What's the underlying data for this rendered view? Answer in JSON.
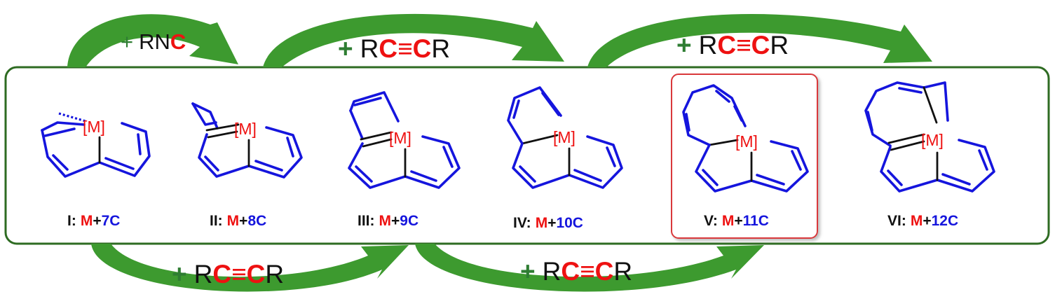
{
  "colors": {
    "frame": "#2e6b22",
    "arrow": "#3d9a2f",
    "bond": "#1515dd",
    "metal": "#ee1111",
    "highlight_box": "#d9383a",
    "plus_sign": "#2e7d32"
  },
  "top_reagents": [
    {
      "plus": "+",
      "text_before": "RN",
      "highlight": "C",
      "text_after": ""
    },
    {
      "plus": "+",
      "text_before": "R",
      "highlight": "C≡C",
      "text_after": "R"
    },
    {
      "plus": "+",
      "text_before": "R",
      "highlight": "C≡C",
      "text_after": "R"
    }
  ],
  "bottom_reagents": [
    {
      "plus": "+",
      "text_before": "R",
      "highlight": "C≡C",
      "text_after": "R"
    },
    {
      "plus": "+",
      "text_before": "R",
      "highlight": "C≡C",
      "text_after": "R"
    }
  ],
  "compounds": [
    {
      "roman": "I:",
      "metal": "M",
      "plus": "+",
      "carbons": "7C",
      "center_label": "[M]",
      "highlighted": false
    },
    {
      "roman": "II:",
      "metal": "M",
      "plus": "+",
      "carbons": "8C",
      "center_label": "[M]",
      "highlighted": false
    },
    {
      "roman": "III:",
      "metal": "M",
      "plus": "+",
      "carbons": "9C",
      "center_label": "[M]",
      "highlighted": false
    },
    {
      "roman": "IV:",
      "metal": "M",
      "plus": "+",
      "carbons": "10C",
      "center_label": "[M]",
      "highlighted": false
    },
    {
      "roman": "V:",
      "metal": "M",
      "plus": "+",
      "carbons": "11C",
      "center_label": "[M]",
      "highlighted": true
    },
    {
      "roman": "VI:",
      "metal": "M",
      "plus": "+",
      "carbons": "12C",
      "center_label": "[M]",
      "highlighted": false
    }
  ]
}
